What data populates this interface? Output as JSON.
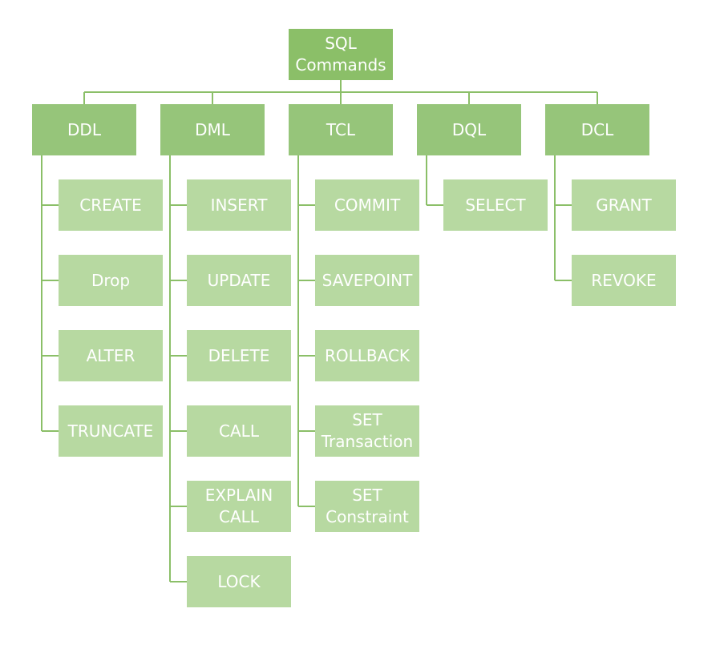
{
  "root": {
    "label": "SQL\nCommands"
  },
  "categories": [
    {
      "label": "DDL",
      "children": [
        "CREATE",
        "Drop",
        "ALTER",
        "TRUNCATE"
      ]
    },
    {
      "label": "DML",
      "children": [
        "INSERT",
        "UPDATE",
        "DELETE",
        "CALL",
        "EXPLAIN\nCALL",
        "LOCK"
      ]
    },
    {
      "label": "TCL",
      "children": [
        "COMMIT",
        "SAVEPOINT",
        "ROLLBACK",
        "SET\nTransaction",
        "SET\nConstraint"
      ]
    },
    {
      "label": "DQL",
      "children": [
        "SELECT"
      ]
    },
    {
      "label": "DCL",
      "children": [
        "GRANT",
        "REVOKE"
      ]
    }
  ],
  "colors": {
    "root": "#8bbf68",
    "category": "#96c57a",
    "leaf": "#b7d9a1",
    "connector": "#8bbf68",
    "text": "#ffffff"
  }
}
